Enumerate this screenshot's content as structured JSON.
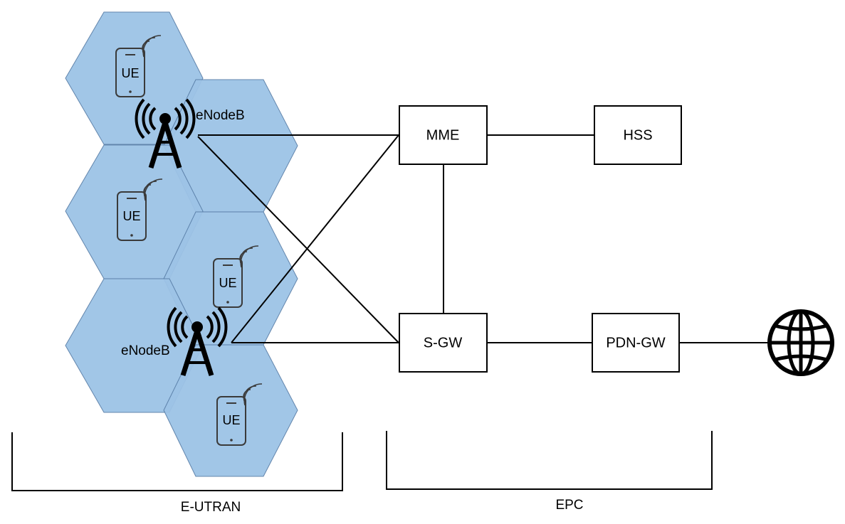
{
  "enodeb_label": "eNodeB",
  "ue_label": "UE",
  "nodes": {
    "mme": "MME",
    "hss": "HSS",
    "sgw": "S-GW",
    "pdngw": "PDN-GW"
  },
  "sections": {
    "eutran": "E-UTRAN",
    "epc": "EPC"
  },
  "colors": {
    "cell_fill": "#9dc3e6",
    "line": "#000000"
  },
  "icons": [
    "cell-tower-icon",
    "smartphone-icon",
    "globe-icon"
  ]
}
